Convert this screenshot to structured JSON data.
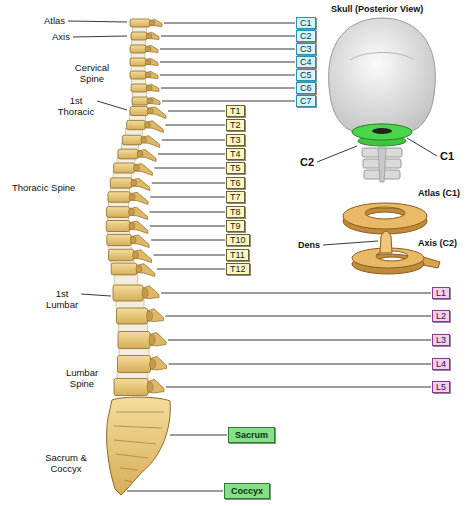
{
  "diagram": {
    "nodes": [
      {
        "text": [
          "C1"
        ]
      },
      {
        "text": [
          "C2"
        ]
      },
      {
        "text": [
          "C3"
        ]
      },
      {
        "text": [
          "C4"
        ]
      },
      {
        "text": [
          "C5"
        ]
      },
      {
        "text": [
          "C6"
        ]
      },
      {
        "text": [
          "C7"
        ]
      },
      {
        "text": [
          "T1"
        ]
      },
      {
        "text": [
          "T2"
        ]
      },
      {
        "text": [
          "T3"
        ]
      },
      {
        "text": [
          "T4"
        ]
      },
      {
        "text": [
          "T5"
        ]
      },
      {
        "text": [
          "T6"
        ]
      },
      {
        "text": [
          "T7"
        ]
      },
      {
        "text": [
          "T8"
        ]
      },
      {
        "text": [
          "T9"
        ]
      },
      {
        "text": [
          "T10"
        ]
      },
      {
        "text": [
          "T11"
        ]
      },
      {
        "text": [
          "T12"
        ]
      },
      {
        "text": [
          "L1"
        ]
      },
      {
        "text": [
          "L2"
        ]
      },
      {
        "text": [
          "L3"
        ]
      },
      {
        "text": [
          "L4"
        ]
      },
      {
        "text": [
          "L5"
        ]
      },
      {
        "text": [
          "Sacrum"
        ]
      },
      {
        "text": [
          "Coccyx"
        ]
      }
    ],
    "labels": [
      "Atlas",
      "Axis",
      "Cervical Spine",
      "1st Thoracic",
      "Thoracic Spine",
      "1st Lumbar",
      "Lumbar Spine",
      "Sacrum & Coccyx",
      "Skull (Posterior View)",
      "C2",
      "C1",
      "Atlas (C1)",
      "Dens",
      "Axis (C2)"
    ]
  }
}
